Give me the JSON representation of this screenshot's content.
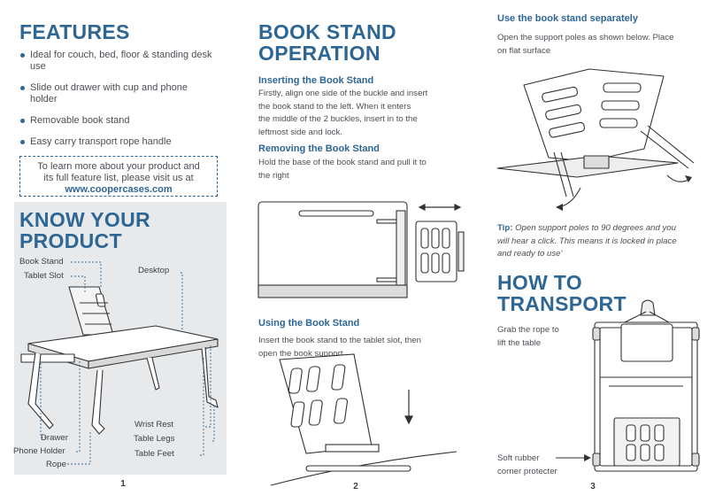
{
  "col1": {
    "features_title": "FEATURES",
    "features": [
      "Ideal for couch, bed, floor & standing desk use",
      "Slide out drawer with cup and phone holder",
      "Removable book stand",
      "Easy carry transport rope handle"
    ],
    "learn_more_line1": "To learn more about your product and",
    "learn_more_line2": "its full feature list, please visit us at",
    "website": "www.coopercases.com",
    "know_title_line1": "KNOW YOUR",
    "know_title_line2": "PRODUCT",
    "labels": {
      "book_stand": "Book Stand",
      "tablet_slot": "Tablet Slot",
      "desktop": "Desktop",
      "wrist_rest": "Wrist Rest",
      "drawer": "Drawer",
      "table_legs": "Table Legs",
      "phone_holder": "Phone Holder",
      "table_feet": "Table Feet",
      "rope": "Rope"
    },
    "page_number": "1"
  },
  "col2": {
    "title_line1": "BOOK STAND",
    "title_line2": "OPERATION",
    "inserting_heading": "Inserting the Book Stand",
    "inserting_lines": [
      "Firstly, align one side of the buckle and insert",
      "the book stand to the left. When it enters",
      "the middle of the 2 buckles, insert in to the",
      "leftmost side and lock."
    ],
    "removing_heading": "Removing the Book Stand",
    "removing_lines": [
      "Hold the base of the book stand and pull it to",
      "the right"
    ],
    "using_heading": "Using the Book Stand",
    "using_lines": [
      "Insert the book stand to the tablet slot, then",
      "open the book support"
    ],
    "page_number": "2"
  },
  "col3": {
    "separately_heading": "Use the book stand separately",
    "separately_lines": [
      "Open the support poles as shown below. Place",
      "on flat surface"
    ],
    "tip_label": "Tip:",
    "tip_lines": [
      " Open support poles to 90 degrees and you",
      "will hear a click. This means it is locked in place",
      "and ready to use'"
    ],
    "transport_title_line1": "HOW TO",
    "transport_title_line2": "TRANSPORT",
    "grab_line1": "Grab the rope to",
    "grab_line2": "lift the table",
    "rubber_line1": "Soft rubber",
    "rubber_line2": "corner protecter",
    "page_number": "3"
  },
  "colors": {
    "accent": "#2e6694",
    "text": "#4a4f55",
    "panel": "#e8e9eb"
  }
}
